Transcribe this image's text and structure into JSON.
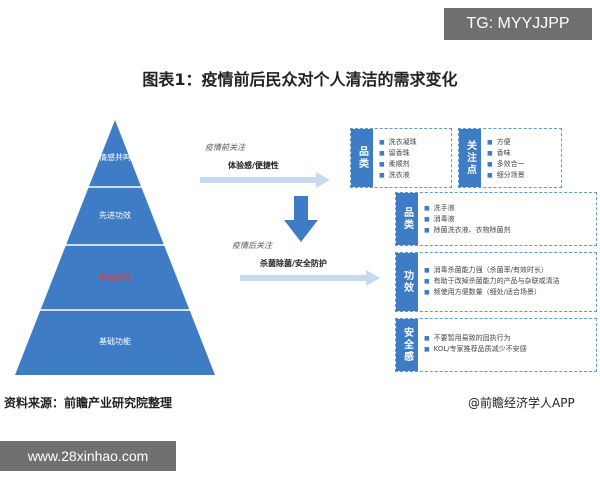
{
  "badge": "TG: MYYJJPP",
  "title": "图表1：疫情前后民众对个人清洁的需求变化",
  "pyramid": {
    "levels": [
      {
        "label": "情感共鸣",
        "highlight": false
      },
      {
        "label": "先进功效",
        "highlight": false
      },
      {
        "label": "安全需求",
        "highlight": true
      },
      {
        "label": "基础功能",
        "highlight": false
      }
    ]
  },
  "before": {
    "note": "疫情前关注",
    "arrow_text": "体验感/便捷性"
  },
  "after": {
    "note": "疫情后关注",
    "arrow_text": "杀菌除菌/安全防护"
  },
  "before_boxes": {
    "category": {
      "tag": "品类",
      "items": [
        "洗衣凝珠",
        "留香珠",
        "柔顺剂",
        "洗衣液"
      ]
    },
    "focus": {
      "tag": "关注点",
      "items": [
        "方便",
        "香味",
        "多效合一",
        "细分场景"
      ]
    }
  },
  "after_boxes": [
    {
      "tag": "品类",
      "items": [
        "洗手液",
        "消毒液",
        "除菌洗衣液、衣物除菌剂"
      ]
    },
    {
      "tag": "功效",
      "items": [
        "消毒杀菌能力强（杀菌率/有效时长）",
        "有助于改掉杀菌能力的产品与杂联或清洁",
        "频使用方便数量（细处/适合场景）"
      ]
    },
    {
      "tag": "安全感",
      "items": [
        "不要暂用易致的固执行为",
        "KOL/专家推荐品质减少不安感"
      ]
    }
  ],
  "footer": {
    "source": "资料来源：前瞻产业研究院整理",
    "brand": "@前瞻经济学人APP"
  },
  "url_badge": "www.28xinhao.com",
  "colors": {
    "pyramid": "#3e7cc5",
    "accent": "#3e7cc5",
    "highlight_text": "#e53935",
    "arrow": "#c5d9ef"
  }
}
